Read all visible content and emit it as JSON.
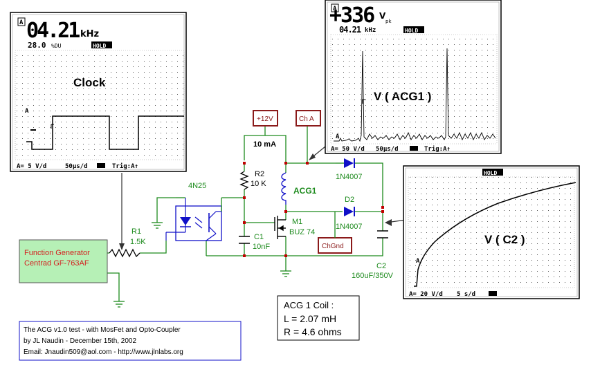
{
  "scope_clock": {
    "big_reading": "04.21",
    "big_unit": "kHz",
    "sub_reading": "28.0",
    "sub_unit": "%DU",
    "hold": "HOLD",
    "title": "Clock",
    "channel": "A",
    "foot_volts": "A= 5 V/d",
    "foot_time": "50µs/d",
    "foot_trig": "Trig:A↑"
  },
  "scope_acg1": {
    "big_reading": "+336",
    "big_unit": "V",
    "big_unit_sub": "pk",
    "sub_reading": "04.21",
    "sub_unit": "kHz",
    "hold": "HOLD",
    "title": "V ( ACG1 )",
    "channel": "A",
    "foot_volts": "A= 50 V/d",
    "foot_time": "50µs/d",
    "foot_trig": "Trig:A↑"
  },
  "scope_c2": {
    "hold": "HOLD",
    "title": "V ( C2 )",
    "channel": "A",
    "foot_volts": "A= 20 V/d",
    "foot_time": "5 s/d"
  },
  "circuit": {
    "supply": "+12V",
    "ch_a": "Ch A",
    "ch_gnd": "ChGnd",
    "current": "10 mA",
    "r2_name": "R2",
    "r2_value": "10 K",
    "opto": "4N25",
    "coil": "ACG1",
    "d1_part": "1N4007",
    "d2_name": "D2",
    "d2_part": "1N4007",
    "m1_name": "M1",
    "m1_part": "BUZ 74",
    "c1_name": "C1",
    "c1_value": "10nF",
    "c2_name": "C2",
    "c2_value": "160uF/350V",
    "r1_name": "R1",
    "r1_value": "1.5K"
  },
  "generator": {
    "line1": "Function Generator",
    "line2": "Centrad GF-763AF"
  },
  "coil_box": {
    "line1": "ACG 1 Coil :",
    "line2": "L = 2.07 mH",
    "line3": "R = 4.6 ohms"
  },
  "credits": {
    "line1": "The ACG v1.0 test - with MosFet and Opto-Coupler",
    "line2": "by JL Naudin - December 15th, 2002",
    "line3": "Email: Jnaudin509@aol.com - http://www.jlnlabs.org"
  },
  "colors": {
    "wire": "#1c8a1c",
    "diode": "#1010c8",
    "label_box": "#8b1a1a",
    "generator_fill": "#b6f0b6",
    "generator_text": "#d42020",
    "trace": "#000000"
  }
}
